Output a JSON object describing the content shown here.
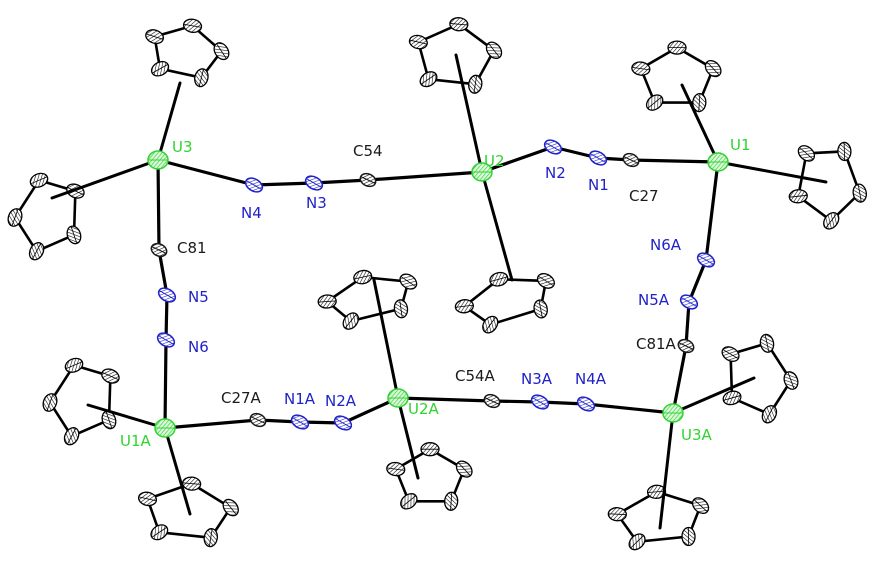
{
  "colors": {
    "uranium": "#2fd42f",
    "nitrogen": "#1f22c8",
    "carbon": "#1a1a1a",
    "bond": "#000000",
    "ellipsoid_fill": "#ffffff"
  },
  "atoms": {
    "U3": {
      "label": "U3",
      "element": "U"
    },
    "U2": {
      "label": "U2",
      "element": "U"
    },
    "U1": {
      "label": "U1",
      "element": "U"
    },
    "U1A": {
      "label": "U1A",
      "element": "U"
    },
    "U2A": {
      "label": "U2A",
      "element": "U"
    },
    "U3A": {
      "label": "U3A",
      "element": "U"
    },
    "N1": {
      "label": "N1",
      "element": "N"
    },
    "N2": {
      "label": "N2",
      "element": "N"
    },
    "N3": {
      "label": "N3",
      "element": "N"
    },
    "N4": {
      "label": "N4",
      "element": "N"
    },
    "N5": {
      "label": "N5",
      "element": "N"
    },
    "N6": {
      "label": "N6",
      "element": "N"
    },
    "N1A": {
      "label": "N1A",
      "element": "N"
    },
    "N2A": {
      "label": "N2A",
      "element": "N"
    },
    "N3A": {
      "label": "N3A",
      "element": "N"
    },
    "N4A": {
      "label": "N4A",
      "element": "N"
    },
    "N5A": {
      "label": "N5A",
      "element": "N"
    },
    "N6A": {
      "label": "N6A",
      "element": "N"
    },
    "C27": {
      "label": "C27",
      "element": "C"
    },
    "C54": {
      "label": "C54",
      "element": "C"
    },
    "C81": {
      "label": "C81",
      "element": "C"
    },
    "C27A": {
      "label": "C27A",
      "element": "C"
    },
    "C54A": {
      "label": "C54A",
      "element": "C"
    },
    "C81A": {
      "label": "C81A",
      "element": "C"
    }
  },
  "bonds": [
    [
      "U3",
      "N4"
    ],
    [
      "N4",
      "N3"
    ],
    [
      "N3",
      "C54"
    ],
    [
      "C54",
      "U2"
    ],
    [
      "U2",
      "N2"
    ],
    [
      "N2",
      "N1"
    ],
    [
      "N1",
      "C27"
    ],
    [
      "C27",
      "U1"
    ],
    [
      "U1",
      "N6A"
    ],
    [
      "N6A",
      "N5A"
    ],
    [
      "N5A",
      "C81A"
    ],
    [
      "C81A",
      "U3A"
    ],
    [
      "U3A",
      "N4A"
    ],
    [
      "N4A",
      "N3A"
    ],
    [
      "N3A",
      "C54A"
    ],
    [
      "C54A",
      "U2A"
    ],
    [
      "U2A",
      "N2A"
    ],
    [
      "N2A",
      "N1A"
    ],
    [
      "N1A",
      "C27A"
    ],
    [
      "C27A",
      "U1A"
    ],
    [
      "U1A",
      "N6"
    ],
    [
      "N6",
      "N5"
    ],
    [
      "N5",
      "C81"
    ],
    [
      "C81",
      "U3"
    ]
  ]
}
